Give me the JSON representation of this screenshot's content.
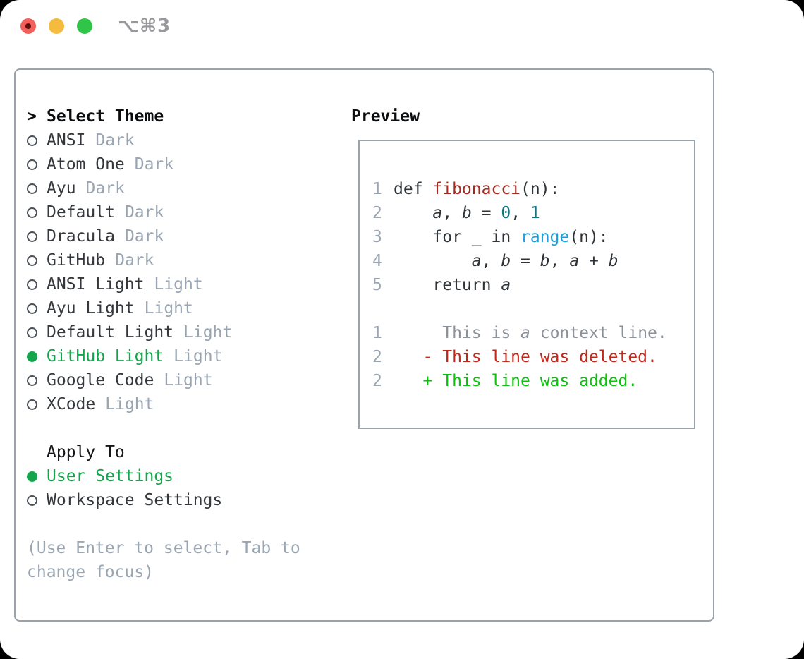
{
  "window": {
    "title": "⌥⌘3",
    "traffic_lights": [
      "close",
      "minimize",
      "zoom"
    ]
  },
  "theme_picker": {
    "header_prefix": ">",
    "header": "Select Theme",
    "items": [
      {
        "label": "ANSI",
        "variant": "Dark",
        "selected": false
      },
      {
        "label": "Atom One",
        "variant": "Dark",
        "selected": false
      },
      {
        "label": "Ayu",
        "variant": "Dark",
        "selected": false
      },
      {
        "label": "Default",
        "variant": "Dark",
        "selected": false
      },
      {
        "label": "Dracula",
        "variant": "Dark",
        "selected": false
      },
      {
        "label": "GitHub",
        "variant": "Dark",
        "selected": false
      },
      {
        "label": "ANSI Light",
        "variant": "Light",
        "selected": false
      },
      {
        "label": "Ayu Light",
        "variant": "Light",
        "selected": false
      },
      {
        "label": "Default Light",
        "variant": "Light",
        "selected": false
      },
      {
        "label": "GitHub Light",
        "variant": "Light",
        "selected": true
      },
      {
        "label": "Google Code",
        "variant": "Light",
        "selected": false
      },
      {
        "label": "XCode",
        "variant": "Light",
        "selected": false
      }
    ],
    "apply_to": {
      "header": "Apply To",
      "options": [
        {
          "label": "User Settings",
          "selected": true
        },
        {
          "label": "Workspace Settings",
          "selected": false
        }
      ]
    },
    "hint_line1": "(Use Enter to select, Tab to",
    "hint_line2": "change focus)"
  },
  "preview": {
    "header": "Preview",
    "code_lines": [
      {
        "num": "1",
        "segments": [
          {
            "t": "def ",
            "s": "plain"
          },
          {
            "t": "fibonacci",
            "s": "func"
          },
          {
            "t": "(n):",
            "s": "plain"
          }
        ]
      },
      {
        "num": "2",
        "segments": [
          {
            "t": "    ",
            "s": "plain"
          },
          {
            "t": "a",
            "s": "var"
          },
          {
            "t": ", ",
            "s": "plain"
          },
          {
            "t": "b",
            "s": "var"
          },
          {
            "t": " = ",
            "s": "plain"
          },
          {
            "t": "0",
            "s": "num"
          },
          {
            "t": ", ",
            "s": "plain"
          },
          {
            "t": "1",
            "s": "num"
          }
        ]
      },
      {
        "num": "3",
        "segments": [
          {
            "t": "    for _ in ",
            "s": "plain"
          },
          {
            "t": "range",
            "s": "builtin"
          },
          {
            "t": "(n):",
            "s": "plain"
          }
        ]
      },
      {
        "num": "4",
        "segments": [
          {
            "t": "        ",
            "s": "plain"
          },
          {
            "t": "a",
            "s": "var"
          },
          {
            "t": ", ",
            "s": "plain"
          },
          {
            "t": "b",
            "s": "var"
          },
          {
            "t": " = ",
            "s": "plain"
          },
          {
            "t": "b",
            "s": "var"
          },
          {
            "t": ", ",
            "s": "plain"
          },
          {
            "t": "a",
            "s": "var"
          },
          {
            "t": " + ",
            "s": "plain"
          },
          {
            "t": "b",
            "s": "var"
          }
        ]
      },
      {
        "num": "5",
        "segments": [
          {
            "t": "    return ",
            "s": "plain"
          },
          {
            "t": "a",
            "s": "var"
          }
        ]
      },
      {
        "num": "",
        "segments": []
      },
      {
        "num": "1",
        "segments": [
          {
            "t": "     This is ",
            "s": "ctx"
          },
          {
            "t": "a",
            "s": "ctxvar"
          },
          {
            "t": " context line.",
            "s": "ctx"
          }
        ]
      },
      {
        "num": "2",
        "segments": [
          {
            "t": "   - This line was deleted.",
            "s": "del"
          }
        ]
      },
      {
        "num": "2",
        "segments": [
          {
            "t": "   + This line was added.",
            "s": "add"
          }
        ]
      }
    ]
  },
  "colors": {
    "accent_green": "#14a44c",
    "added_green": "#0cc10c",
    "deleted_red": "#c4271a",
    "function_red": "#a52a1f",
    "number_teal": "#0d7680",
    "builtin_blue": "#1d9ed8",
    "muted_gray": "#9aa5b2",
    "border_gray": "#9aa3ac"
  }
}
